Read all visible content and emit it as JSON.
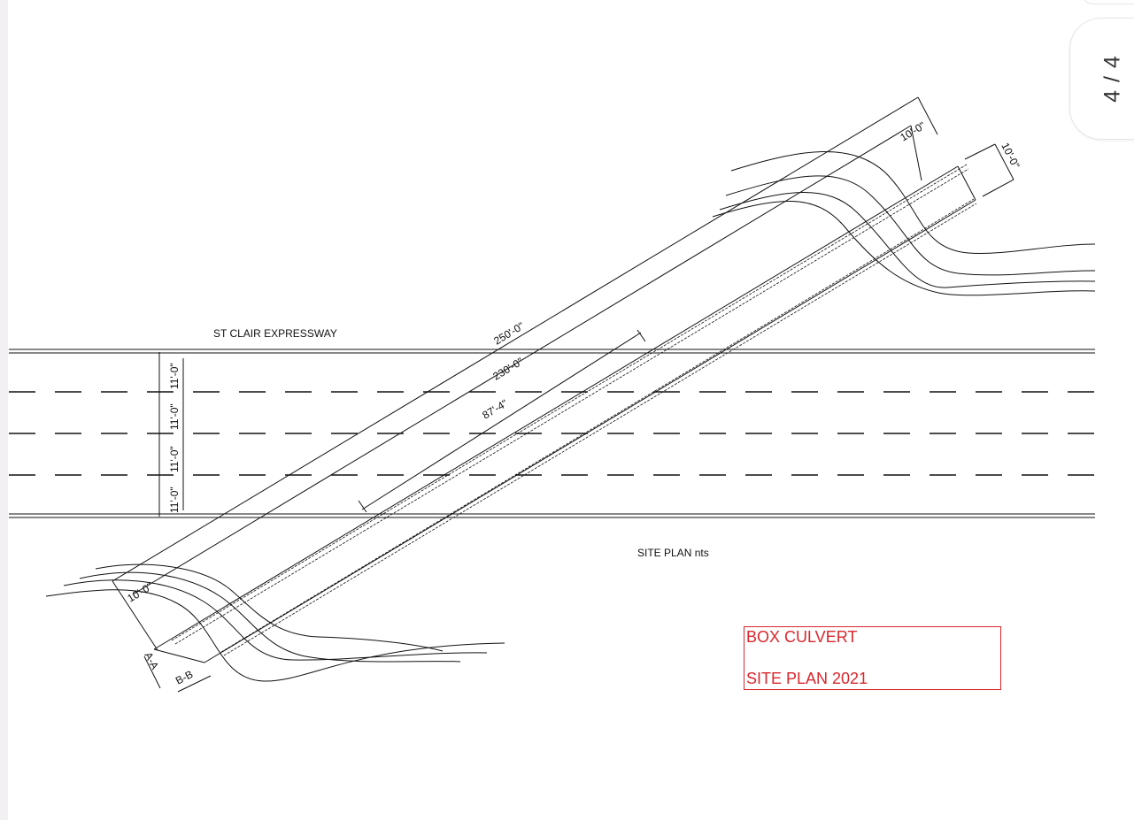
{
  "viewer": {
    "page_indicator": "4 / 4"
  },
  "drawing": {
    "road_name": "ST CLAIR EXPRESSWAY",
    "plan_caption": "SITE PLAN nts",
    "lane_widths": [
      "11'-0\"",
      "11'-0\"",
      "11'-0\"",
      "11'-0\""
    ],
    "dimensions": {
      "overall_length": "250'-0\"",
      "culvert_length": "230'-0\"",
      "crossing_length": "87'-4\"",
      "width_top_inner": "10'-0\"",
      "width_top_outer": "10'-0\"",
      "width_bottom": "10'-0\""
    },
    "sections": {
      "a": "A-A",
      "b": "B-B"
    }
  },
  "title_block": {
    "line1": "BOX CULVERT",
    "line2": "SITE PLAN  2021",
    "color": "#d9262c"
  }
}
